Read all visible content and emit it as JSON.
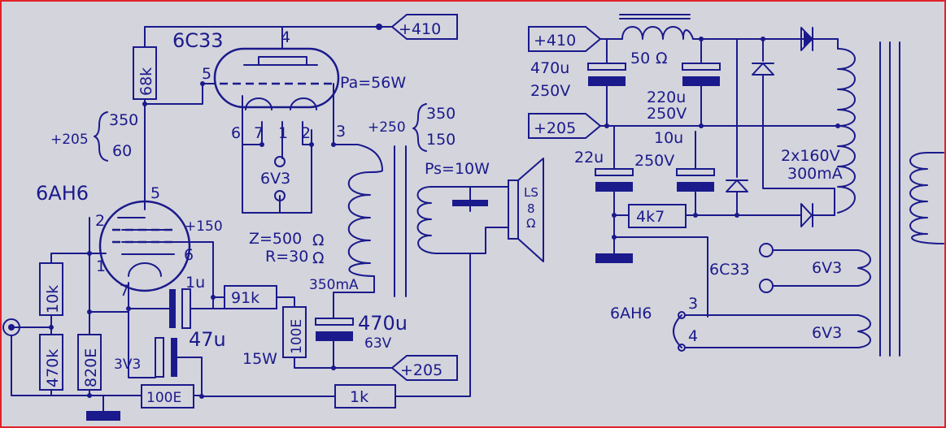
{
  "colors": {
    "wire": "#1a1a8c",
    "background": "#d4d4dc",
    "border": "#e0222a"
  },
  "tubes": {
    "output": "6C33",
    "driver": "6AH6"
  },
  "pins": {
    "p4": "4",
    "p5": "5",
    "p6": "6",
    "p7": "7",
    "p1": "1",
    "p2": "2",
    "p3": "3",
    "d5": "5",
    "d2": "2",
    "d6": "6",
    "d1": "1",
    "d7": "7",
    "h3": "3",
    "h4": "4"
  },
  "voltages": {
    "b410": "+410",
    "b410b": "+410",
    "b205": "+205",
    "b205b": "+205",
    "v150": "+150",
    "v250": "+250",
    "v205": "+205"
  },
  "brackets": {
    "left_top": "350",
    "left_bottom": "60",
    "right_top": "350",
    "right_bottom": "150"
  },
  "resistors": {
    "r68k": "68k",
    "r10k": "10k",
    "r470k": "470k",
    "r820e": "820E",
    "r100e_a": "100E",
    "r91k": "91k",
    "r100e_b": "100E",
    "r1k": "1k",
    "r4k7": "4k7"
  },
  "capacitors": {
    "c1u": "1u",
    "c47u": "47u",
    "c470u": "470u",
    "c470u_v": "63V",
    "p470u": "470u",
    "p470u_v": "250V",
    "p220u": "220u",
    "p220u_v": "250V",
    "p10u": "10u",
    "p10u_v": "250V",
    "p22u": "22u"
  },
  "notes": {
    "pa": "Pa=56W",
    "ps": "Ps=10W",
    "z": "Z=500",
    "r": "R=30",
    "i350": "350mA",
    "ohm": "Ω",
    "heater": "6V3",
    "heater_ann1": "6V3",
    "heater_ann2": "6V3",
    "heater_grp1": "6C33",
    "heater_grp2": "6AH6",
    "cath3v3": "3V3",
    "cath15w": "15W",
    "choke": "50",
    "ls": "LS",
    "ls_z": "8",
    "sec1": "2x160V",
    "sec2": "300mA"
  }
}
